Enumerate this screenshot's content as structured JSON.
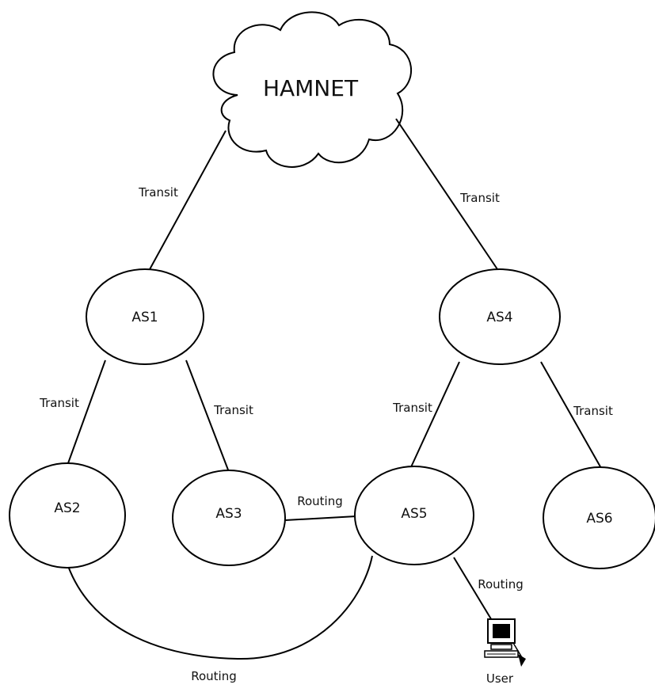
{
  "diagram": {
    "cloud": {
      "label": "HAMNET"
    },
    "nodes": {
      "as1": {
        "label": "AS1"
      },
      "as2": {
        "label": "AS2"
      },
      "as3": {
        "label": "AS3"
      },
      "as4": {
        "label": "AS4"
      },
      "as5": {
        "label": "AS5"
      },
      "as6": {
        "label": "AS6"
      },
      "user": {
        "label": "User",
        "icon": "computer-icon"
      }
    },
    "edges": {
      "hamnet_as1": {
        "label": "Transit"
      },
      "hamnet_as4": {
        "label": "Transit"
      },
      "as1_as2": {
        "label": "Transit"
      },
      "as1_as3": {
        "label": "Transit"
      },
      "as4_as5": {
        "label": "Transit"
      },
      "as4_as6": {
        "label": "Transit"
      },
      "as3_as5": {
        "label": "Routing"
      },
      "as5_user": {
        "label": "Routing"
      },
      "as2_as5": {
        "label": "Routing"
      }
    }
  }
}
